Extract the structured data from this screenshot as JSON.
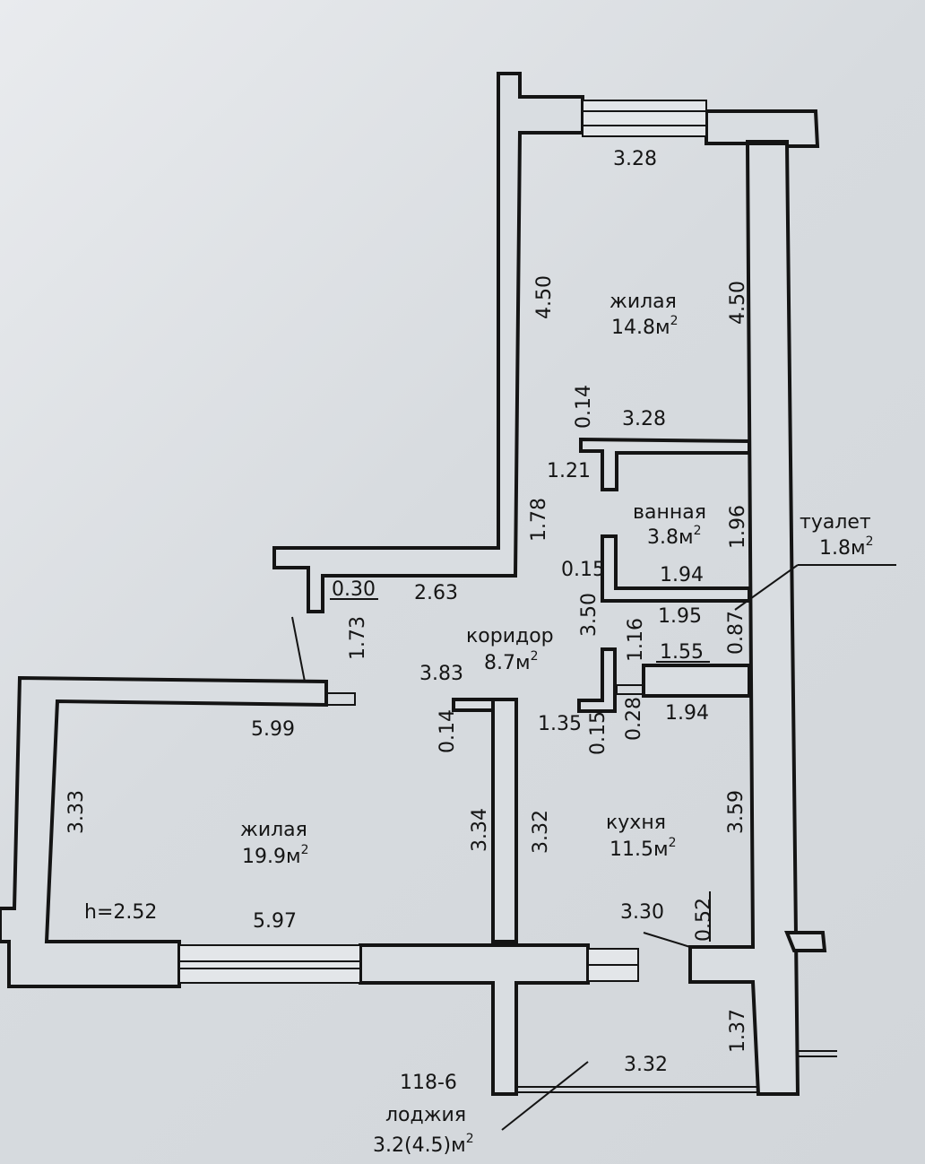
{
  "rooms": {
    "living_top": {
      "name": "жилая",
      "area": "14.8м",
      "unit_sup": "2"
    },
    "living_left": {
      "name": "жилая",
      "area": "19.9м",
      "unit_sup": "2"
    },
    "bathroom": {
      "name": "ванная",
      "area": "3.8м",
      "unit_sup": "2"
    },
    "toilet": {
      "name": "туалет",
      "area": "1.8м",
      "unit_sup": "2"
    },
    "corridor": {
      "name": "коридор",
      "area": "8.7м",
      "unit_sup": "2"
    },
    "kitchen": {
      "name": "кухня",
      "area": "11.5м",
      "unit_sup": "2"
    },
    "loggia": {
      "code": "118-6",
      "name": "лоджия",
      "area": "3.2(4.5)м",
      "unit_sup": "2"
    }
  },
  "ceiling_height": "h=2.52",
  "dimensions": {
    "top_room_width": "3.28",
    "top_room_left_height": "4.50",
    "top_room_right_height": "4.50",
    "top_room_bottom_width": "3.28",
    "wall_thickness_1": "0.14",
    "small_wall_1": "1.21",
    "corridor_upper_height": "1.78",
    "bath_height": "1.96",
    "bath_wall": "0.15",
    "bath_width": "1.94",
    "corridor_width_top": "2.63",
    "niche": "0.30",
    "entry_height": "1.73",
    "corridor_height": "3.50",
    "toilet_width_top": "1.95",
    "toilet_height": "0.87",
    "corridor_lower_width": "3.83",
    "toilet_door": "1.16",
    "toilet_width": "1.55",
    "wall_thickness_2": "0.14",
    "small_wall_2": "1.35",
    "wall_thickness_3": "0.15",
    "wall_thickness_4": "0.28",
    "kitchen_top_width": "1.94",
    "left_room_top_width": "5.99",
    "left_room_left_height": "3.33",
    "left_room_right_height": "3.34",
    "kitchen_left_height": "3.32",
    "kitchen_right_height": "3.59",
    "left_room_bottom_width": "5.97",
    "kitchen_bottom_width": "3.30",
    "kitchen_step": "0.52",
    "loggia_height": "1.37",
    "loggia_width": "3.32"
  }
}
